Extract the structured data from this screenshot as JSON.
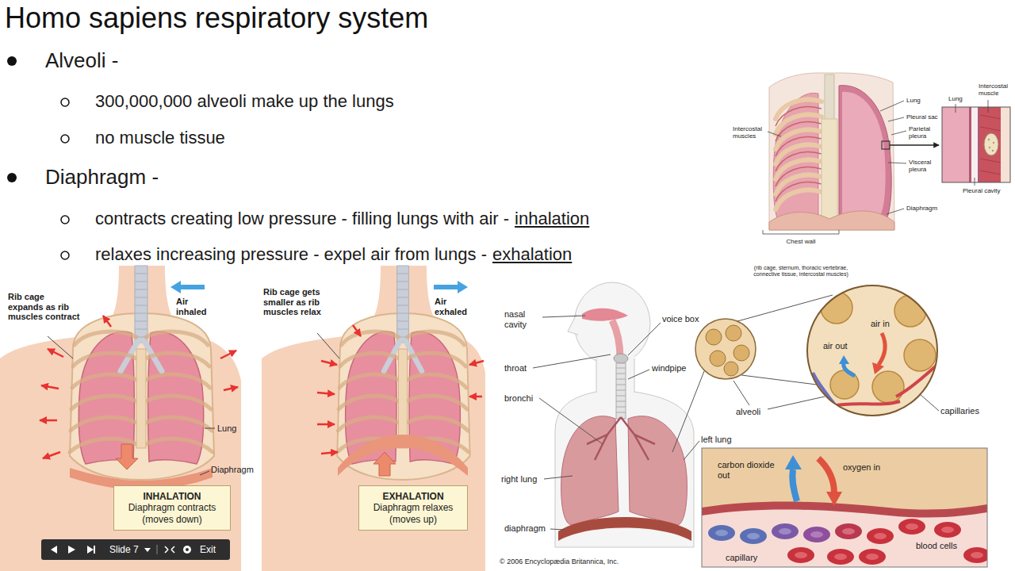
{
  "diagram": {
    "title": "Homo sapiens respiratory system",
    "nodes": [
      {
        "text": [
          "INHALATION",
          "Diaphragm contracts (moves down)"
        ]
      },
      {
        "text": [
          "EXHALATION",
          "Diaphragm relaxes (moves up)"
        ]
      },
      {
        "text": [
          "Slide 7",
          "Exit"
        ]
      }
    ],
    "labels": [
      "Alveoli -",
      "300,000,000 alveoli make up the lungs",
      "no muscle tissue",
      "Diaphragm -",
      "contracts creating low pressure - filling lungs with air -",
      "inhalation",
      "relaxes increasing pressure - expel air from lungs -",
      "exhalation",
      "Rib cage expands as rib muscles contract",
      "Air inhaled",
      "Lung",
      "Diaphragm",
      "Rib cage gets smaller as rib muscles relax",
      "Air exhaled",
      "Lung",
      "Pleural sac",
      "Parietal pleura",
      "Visceral pleura",
      "Pleural cavity",
      "Intercostal muscles",
      "Diaphragm",
      "Lung",
      "Intercostal muscle",
      "Chest wall",
      "(rib cage, sternum, thoracic vertebrae, connective tissue, intercostal muscles)",
      "nasal cavity",
      "voice box",
      "throat",
      "windpipe",
      "bronchi",
      "left lung",
      "right lung",
      "diaphragm",
      "alveoli",
      "air in",
      "air out",
      "capillaries",
      "carbon dioxide out",
      "oxygen in",
      "capillary",
      "blood cells",
      "© 2006 Encyclopædia Britannica, Inc."
    ]
  }
}
